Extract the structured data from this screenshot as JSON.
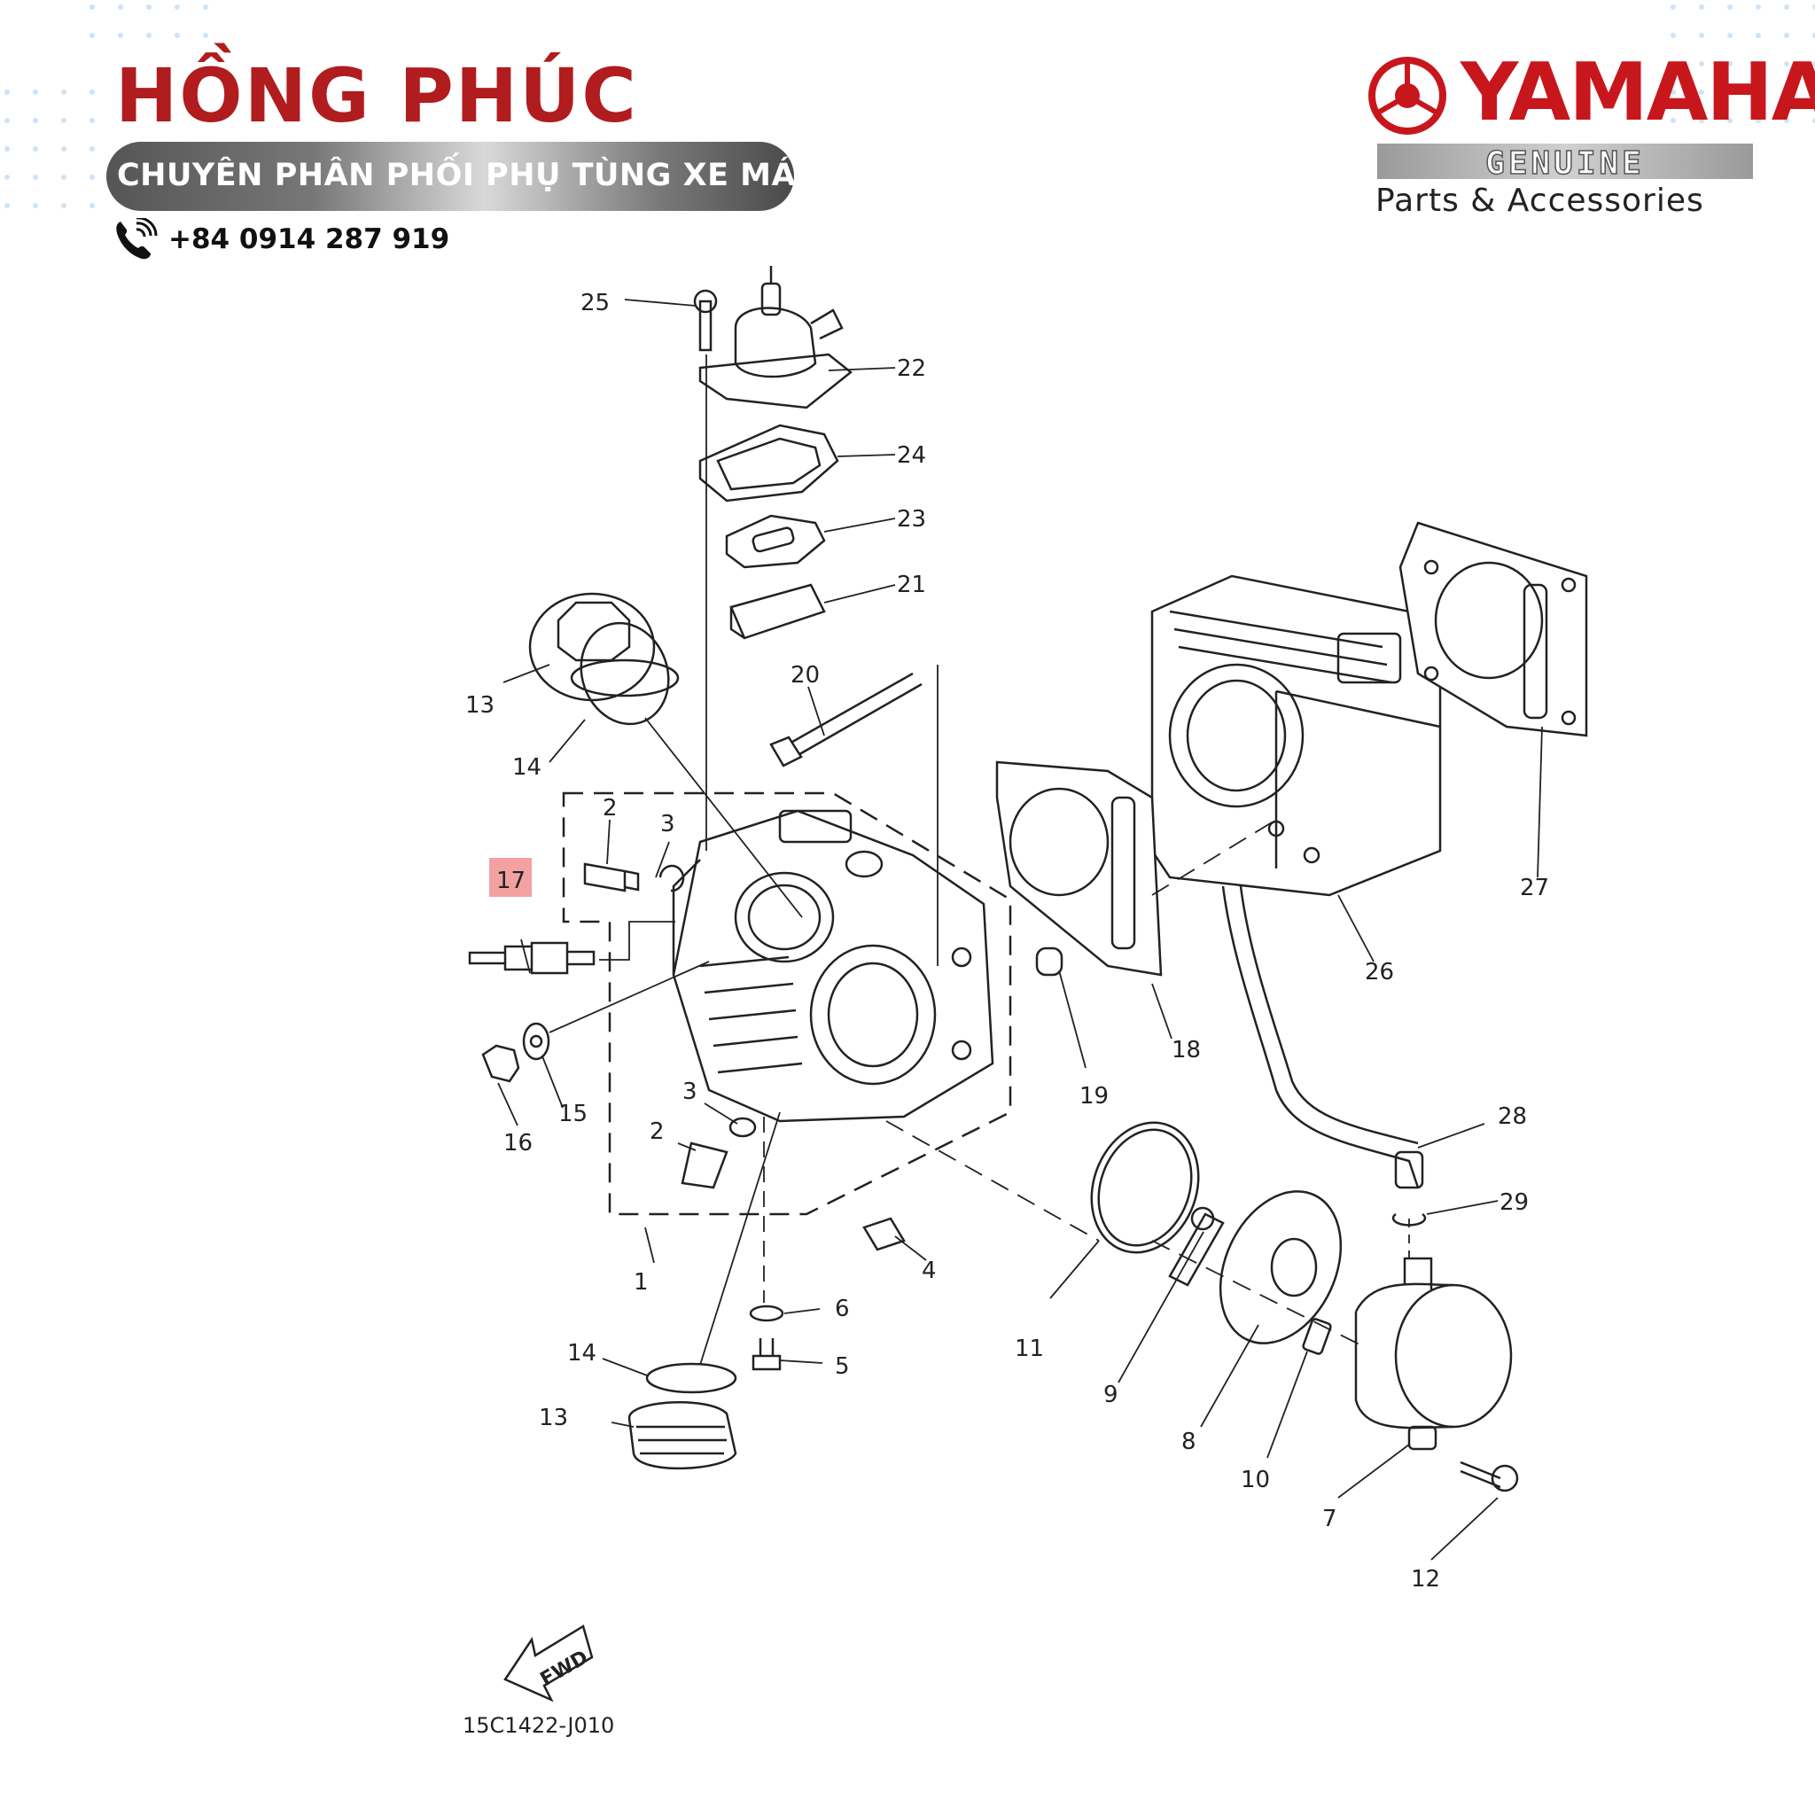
{
  "brand": {
    "name": "HỒNG PHÚC",
    "tagline": "CHUYÊN PHÂN PHỐI PHỤ TÙNG XE MÁY",
    "phone": "+84 0914 287 919",
    "accent_color": "#b11c1f",
    "icon": "phone-icon"
  },
  "logo": {
    "wordmark": "YAMAHA",
    "genuine": "GENUINE",
    "subtitle": "Parts & Accessories",
    "color": "#c8161d"
  },
  "diagram": {
    "highlight_color": "#f3a1a1",
    "highlighted_part": "17",
    "fwd_label": "FWD",
    "code": "15C1422-J010",
    "labels": {
      "p1": "1",
      "p2a": "2",
      "p2b": "2",
      "p3a": "3",
      "p3b": "3",
      "p4": "4",
      "p5": "5",
      "p6": "6",
      "p7": "7",
      "p8": "8",
      "p9": "9",
      "p10": "10",
      "p11": "11",
      "p12": "12",
      "p13a": "13",
      "p13b": "13",
      "p14a": "14",
      "p14b": "14",
      "p15": "15",
      "p16": "16",
      "p17": "17",
      "p18": "18",
      "p19": "19",
      "p20": "20",
      "p21": "21",
      "p22": "22",
      "p23": "23",
      "p24": "24",
      "p25": "25",
      "p26": "26",
      "p27": "27",
      "p28": "28",
      "p29": "29"
    }
  }
}
